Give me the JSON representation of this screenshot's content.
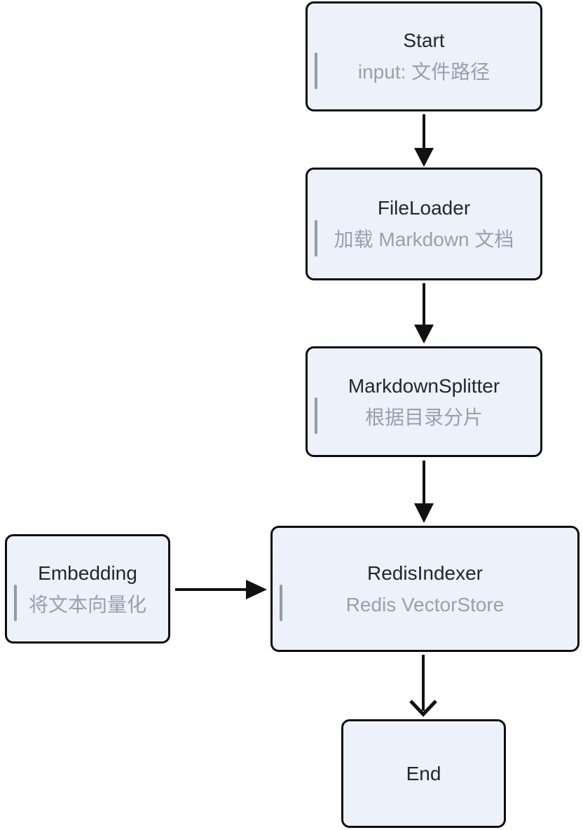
{
  "diagram": {
    "title": "Markdown indexing pipeline flowchart",
    "nodes": {
      "start": {
        "title": "Start",
        "subtitle": "input: 文件路径"
      },
      "fileloader": {
        "title": "FileLoader",
        "subtitle": "加载 Markdown 文档"
      },
      "markdownsplitter": {
        "title": "MarkdownSplitter",
        "subtitle": "根据目录分片"
      },
      "embedding": {
        "title": "Embedding",
        "subtitle": "将文本向量化"
      },
      "redisindexer": {
        "title": "RedisIndexer",
        "subtitle": "Redis VectorStore"
      },
      "end": {
        "title": "End"
      }
    },
    "edges": [
      {
        "from": "start",
        "to": "fileloader",
        "direction": "down",
        "head": "filled-triangle"
      },
      {
        "from": "fileloader",
        "to": "markdownsplitter",
        "direction": "down",
        "head": "filled-triangle"
      },
      {
        "from": "markdownsplitter",
        "to": "redisindexer",
        "direction": "down",
        "head": "filled-triangle"
      },
      {
        "from": "embedding",
        "to": "redisindexer",
        "direction": "right",
        "head": "filled-triangle"
      },
      {
        "from": "redisindexer",
        "to": "end",
        "direction": "down",
        "head": "open-chevron"
      }
    ],
    "colors": {
      "background": "#ffffff",
      "node_fill": "#edf1fa",
      "node_border": "#0d0d0d",
      "title_text": "#22262e",
      "subtitle_text": "#9aa0ab",
      "marker_bar": "#949aa4",
      "arrow": "#111111"
    }
  }
}
